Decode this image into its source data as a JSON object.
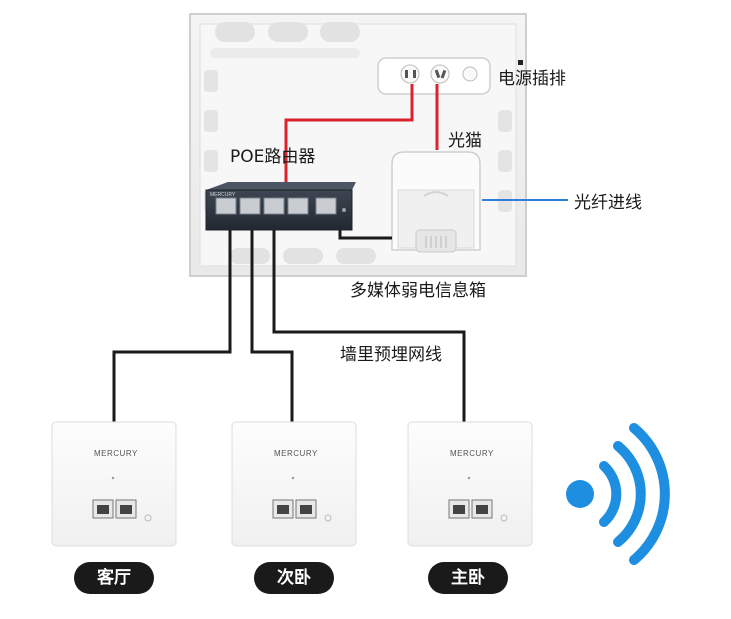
{
  "labels": {
    "power_strip": "电源插排",
    "poe_router": "POE路由器",
    "optical_modem": "光猫",
    "fiber_input": "光纤进线",
    "media_box": "多媒体弱电信息箱",
    "wall_cable": "墙里预埋网线"
  },
  "panels": [
    {
      "brand": "MERCURY",
      "room": "客厅"
    },
    {
      "brand": "MERCURY",
      "room": "次卧"
    },
    {
      "brand": "MERCURY",
      "room": "主卧"
    }
  ],
  "router_brand": "MERCURY",
  "colors": {
    "red_cable": "#d9232d",
    "black_cable": "#1a1a1a",
    "fiber_line": "#2f7fd6",
    "wifi": "#1e8fe0"
  },
  "icons": [
    "wifi-signal-icon",
    "ethernet-port-icon",
    "power-outlet-icon"
  ]
}
